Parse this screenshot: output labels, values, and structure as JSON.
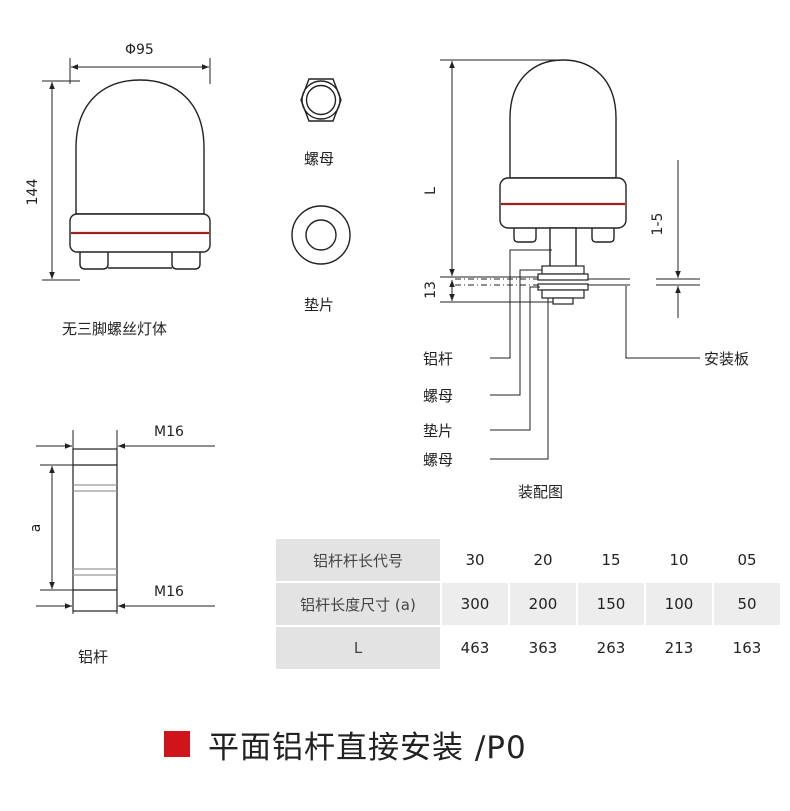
{
  "top_view": {
    "diameter_label": "Φ95",
    "height_label": "144",
    "caption": "无三脚螺丝灯体"
  },
  "parts": {
    "nut_caption": "螺母",
    "washer_caption": "垫片"
  },
  "rod_detail": {
    "thread_top": "M16",
    "thread_bottom": "M16",
    "length_label": "a",
    "caption": "铝杆"
  },
  "assembly": {
    "length_label": "L",
    "gap_label": "13",
    "plate_thickness_label": "1-5",
    "callout_rod": "铝杆",
    "callout_nut_1": "螺母",
    "callout_washer": "垫片",
    "callout_nut_2": "螺母",
    "callout_plate": "安装板",
    "caption": "装配图"
  },
  "spec_table": {
    "rows": [
      {
        "header": "铝杆杆长代号",
        "values": [
          "30",
          "20",
          "15",
          "10",
          "05"
        ]
      },
      {
        "header": "铝杆长度尺寸 (a)",
        "values": [
          "300",
          "200",
          "150",
          "100",
          "50"
        ]
      },
      {
        "header": "L",
        "values": [
          "463",
          "363",
          "263",
          "213",
          "163"
        ]
      }
    ]
  },
  "footer": {
    "title": "平面铝杆直接安装 /P0"
  },
  "colors": {
    "accent_red": "#d0141b",
    "band_red": "#a02020",
    "line": "#222222"
  }
}
